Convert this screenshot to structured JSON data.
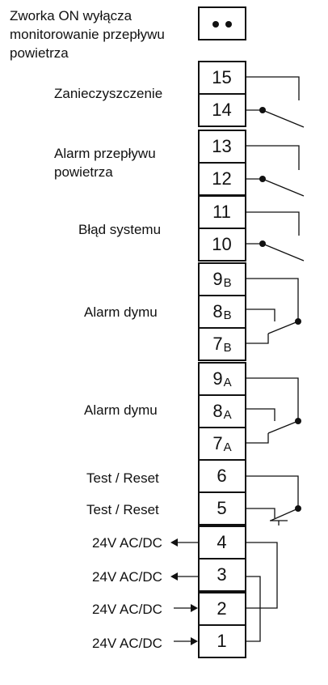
{
  "jumper": {
    "label_lines": [
      "Zworka ON wyłącza",
      "monitorowanie przepływu",
      "powietrza"
    ]
  },
  "relays": [
    {
      "name": "contamination",
      "label_lines": [
        "Zanieczyszczenie"
      ]
    },
    {
      "name": "airflow",
      "label_lines": [
        "Alarm przepływu",
        "powietrza"
      ]
    },
    {
      "name": "system-error",
      "label_lines": [
        "Błąd systemu"
      ]
    },
    {
      "name": "smoke-b",
      "label_lines": [
        "Alarm dymu"
      ]
    },
    {
      "name": "smoke-a",
      "label_lines": [
        "Alarm dymu"
      ]
    }
  ],
  "terminals": [
    {
      "num": "15",
      "sub": ""
    },
    {
      "num": "14",
      "sub": ""
    },
    {
      "num": "13",
      "sub": ""
    },
    {
      "num": "12",
      "sub": ""
    },
    {
      "num": "11",
      "sub": ""
    },
    {
      "num": "10",
      "sub": ""
    },
    {
      "num": "9",
      "sub": "B"
    },
    {
      "num": "8",
      "sub": "B"
    },
    {
      "num": "7",
      "sub": "B"
    },
    {
      "num": "9",
      "sub": "A"
    },
    {
      "num": "8",
      "sub": "A"
    },
    {
      "num": "7",
      "sub": "A"
    },
    {
      "num": "6",
      "sub": ""
    },
    {
      "num": "5",
      "sub": ""
    },
    {
      "num": "4",
      "sub": ""
    },
    {
      "num": "3",
      "sub": ""
    },
    {
      "num": "2",
      "sub": ""
    },
    {
      "num": "1",
      "sub": ""
    }
  ],
  "test_reset": {
    "label_6": "Test / Reset",
    "label_5": "Test / Reset"
  },
  "power": [
    {
      "label": "24V AC/DC",
      "direction": "out"
    },
    {
      "label": "24V AC/DC",
      "direction": "out"
    },
    {
      "label": "24V AC/DC",
      "direction": "in"
    },
    {
      "label": "24V AC/DC",
      "direction": "in"
    }
  ]
}
